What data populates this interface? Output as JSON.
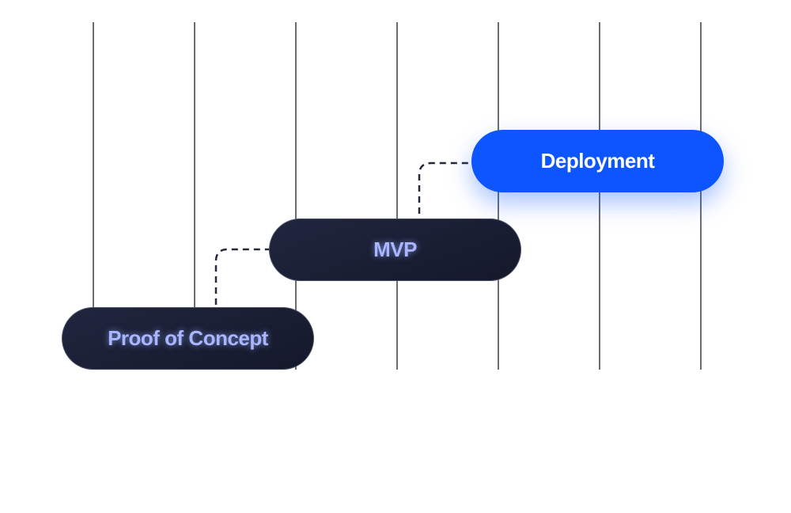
{
  "timeline": {
    "phases": [
      {
        "label": "Proof of Concept",
        "style": "dark"
      },
      {
        "label": "MVP",
        "style": "dark"
      },
      {
        "label": "Deployment",
        "style": "accent"
      }
    ],
    "colors": {
      "accent": "#0d55ff",
      "dark": "#181c30",
      "dark_text": "#a9b6ff",
      "gridline": "#6b6e75",
      "connector": "#252a3a"
    }
  }
}
